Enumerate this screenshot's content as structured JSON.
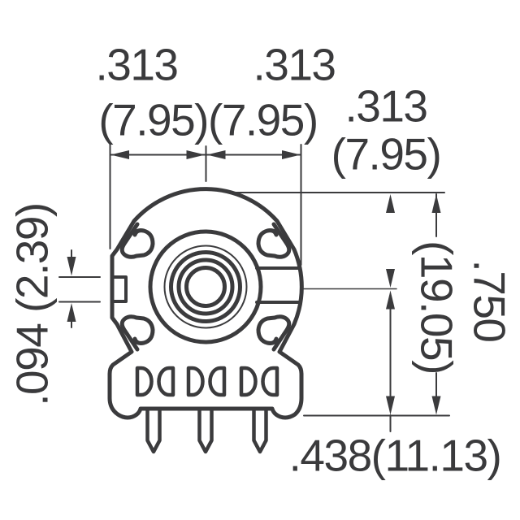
{
  "page": {
    "background": "#ffffff",
    "line_color": "#3b3b3d",
    "text_color": "#3a3a3c"
  },
  "drawing": {
    "type": "mechanical-dimension-drawing",
    "component": "trimmer-potentiometer-top-view",
    "labels": {
      "top_span_left_inch": ".313",
      "top_span_right_inch": ".313",
      "top_spans_mm": "(7.95)(7.95)",
      "right_offset_inch": ".313",
      "right_offset_mm": "(7.95)",
      "key_slot_inch_mm": ".094 (2.39)",
      "overall_height_mm": "(19.05)",
      "overall_height_inch": ".750",
      "center_to_seating_inch_mm": ".438(11.13)"
    }
  }
}
